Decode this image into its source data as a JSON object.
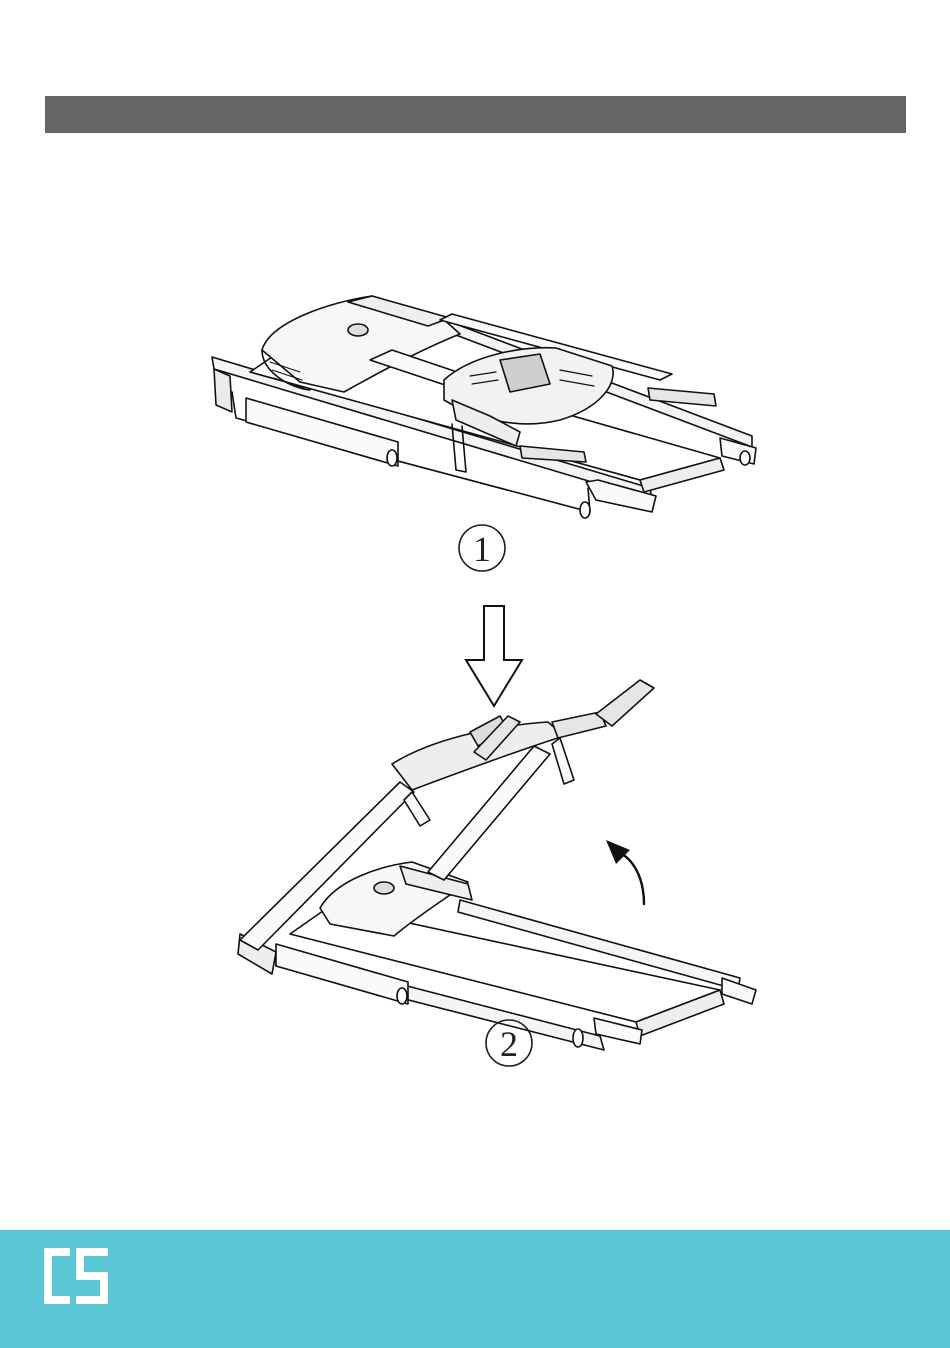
{
  "header": {
    "bar_color": "#666666"
  },
  "steps": [
    {
      "label": "1"
    },
    {
      "label": "2"
    }
  ],
  "footer": {
    "color": "#5bc7d6",
    "logo_text": "CS",
    "logo_color": "#ffffff"
  },
  "icons": {
    "down_arrow": "arrow-down-icon",
    "lift_arrow": "curved-arrow-up-icon"
  }
}
